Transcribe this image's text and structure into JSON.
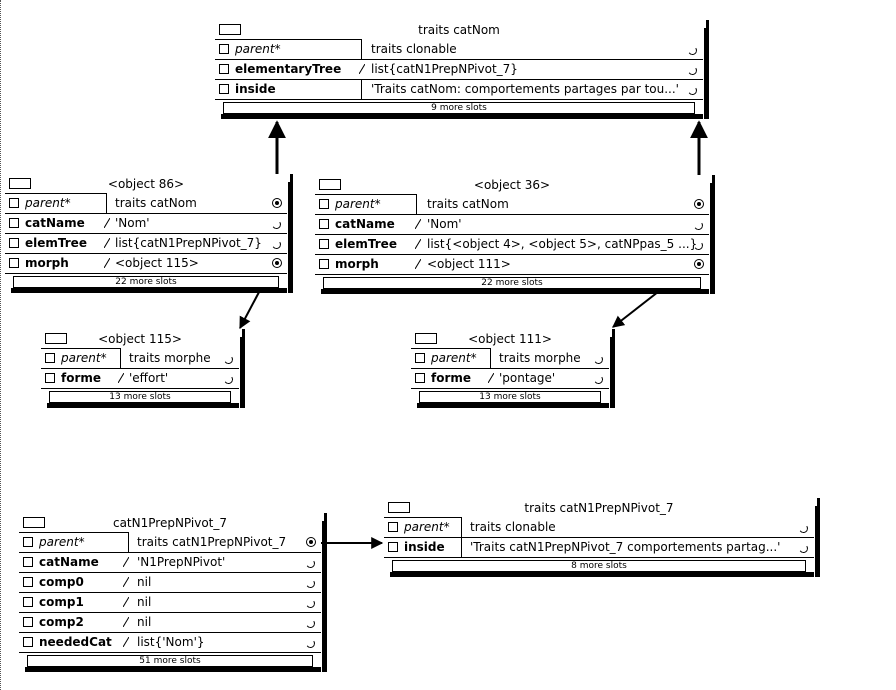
{
  "objects": {
    "traits_catNom": {
      "title": "traits catNom",
      "slots": [
        {
          "name": "parent*",
          "value": "traits clonable"
        },
        {
          "name": "elementaryTree",
          "value": "list{catN1PrepNPivot_7}"
        },
        {
          "name": "inside",
          "value": "'Traits catNom: comportements partages par tou...'"
        }
      ],
      "more": "9 more slots"
    },
    "object_86": {
      "title": "<object 86>",
      "slots": [
        {
          "name": "parent*",
          "value": "traits catNom"
        },
        {
          "name": "catName",
          "value": "'Nom'"
        },
        {
          "name": "elemTree",
          "value": "list{catN1PrepNPivot_7}"
        },
        {
          "name": "morph",
          "value": "<object 115>"
        }
      ],
      "more": "22 more slots"
    },
    "object_36": {
      "title": "<object 36>",
      "slots": [
        {
          "name": "parent*",
          "value": "traits catNom"
        },
        {
          "name": "catName",
          "value": "'Nom'"
        },
        {
          "name": "elemTree",
          "value": "list{<object 4>, <object 5>, catNPpas_5 ...}"
        },
        {
          "name": "morph",
          "value": "<object 111>"
        }
      ],
      "more": "22 more slots"
    },
    "object_115": {
      "title": "<object 115>",
      "slots": [
        {
          "name": "parent*",
          "value": "traits morphe"
        },
        {
          "name": "forme",
          "value": "'effort'"
        }
      ],
      "more": "13 more slots"
    },
    "object_111": {
      "title": "<object 111>",
      "slots": [
        {
          "name": "parent*",
          "value": "traits morphe"
        },
        {
          "name": "forme",
          "value": "'pontage'"
        }
      ],
      "more": "13 more slots"
    },
    "catN1PrepNPivot_7": {
      "title": "catN1PrepNPivot_7",
      "slots": [
        {
          "name": "parent*",
          "value": "traits catN1PrepNPivot_7"
        },
        {
          "name": "catName",
          "value": "'N1PrepNPivot'"
        },
        {
          "name": "comp0",
          "value": "nil"
        },
        {
          "name": "comp1",
          "value": "nil"
        },
        {
          "name": "comp2",
          "value": "nil"
        },
        {
          "name": "neededCat",
          "value": "list{'Nom'}"
        }
      ],
      "more": "51 more slots"
    },
    "traits_catN1PrepNPivot_7": {
      "title": "traits catN1PrepNPivot_7",
      "slots": [
        {
          "name": "parent*",
          "value": "traits clonable"
        },
        {
          "name": "inside",
          "value": "'Traits catN1PrepNPivot_7 comportements partag...'"
        }
      ],
      "more": "8 more slots"
    }
  }
}
